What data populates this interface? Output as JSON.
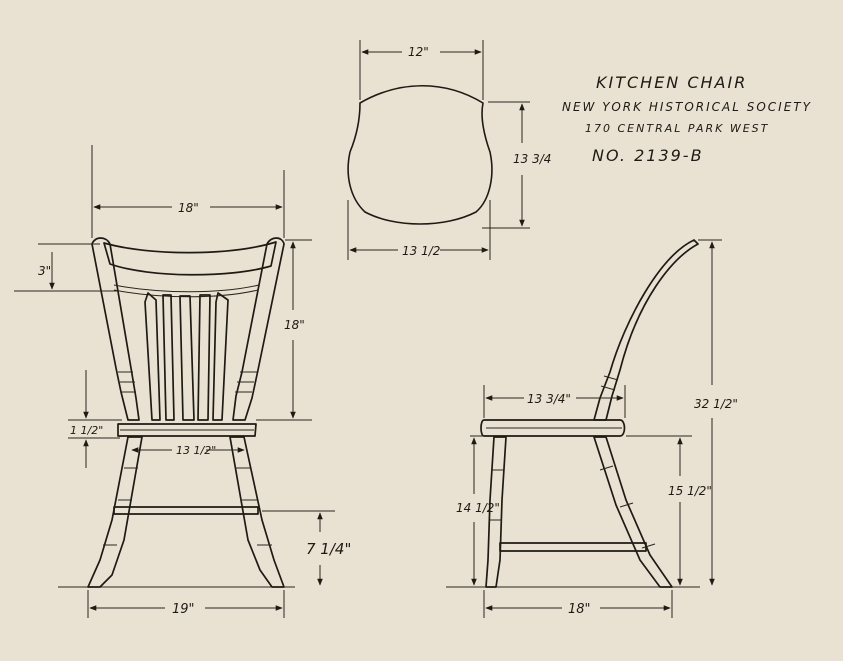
{
  "title_block": {
    "title": "KITCHEN CHAIR",
    "owner": "NEW YORK HISTORICAL SOCIETY",
    "address": "170 CENTRAL PARK WEST",
    "number": "NO. 2139-B"
  },
  "seat_plan": {
    "width_top": "12\"",
    "depth": "13 3/4",
    "width_bottom": "13 1/2"
  },
  "front_view": {
    "top_width": "18\"",
    "crest_height": "3\"",
    "back_height": "18\"",
    "seat_thickness": "1 1/2\"",
    "seat_width": "13 1/2\"",
    "stretcher_height": "7 1/4\"",
    "base_width": "19\""
  },
  "side_view": {
    "seat_depth": "13 3/4\"",
    "overall_height": "32 1/2\"",
    "front_leg_height": "14 1/2\"",
    "seat_height": "15 1/2\"",
    "base_depth": "18\""
  },
  "colors": {
    "paper": "#e9e2d2",
    "ink": "#1e1a14"
  }
}
